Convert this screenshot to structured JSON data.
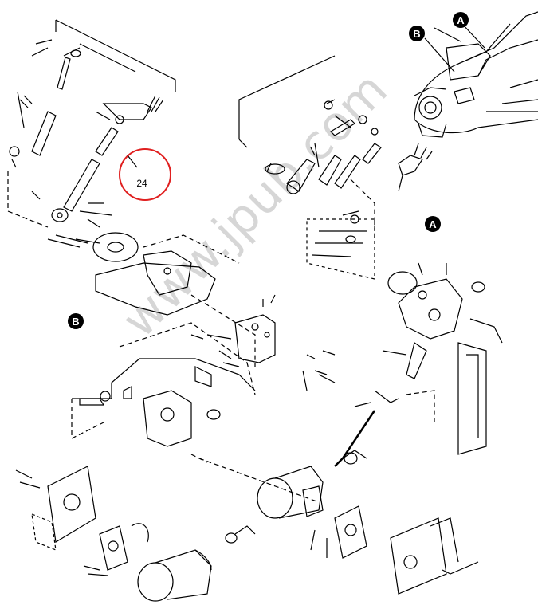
{
  "callouts": {
    "a_top": "A",
    "b_top": "B",
    "a_mid": "A",
    "b_left": "B"
  },
  "highlight": {
    "label": "24",
    "color": "#e02020"
  },
  "watermark": "www.jpub.com",
  "colors": {
    "line": "#000000",
    "watermark": "#d6d6d6"
  }
}
